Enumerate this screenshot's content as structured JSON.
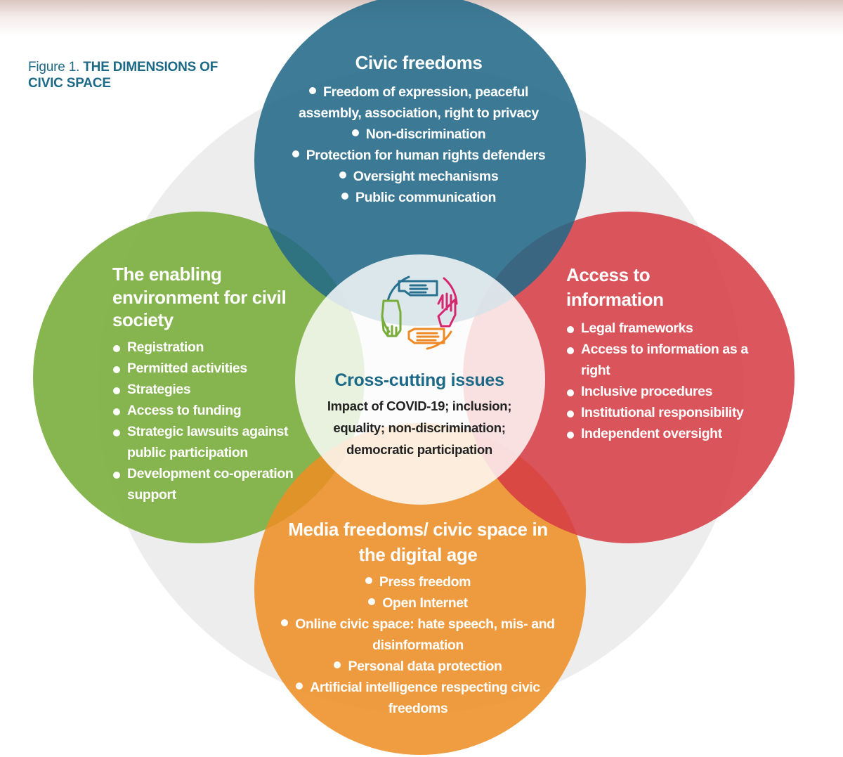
{
  "caption": {
    "prefix": "Figure 1. ",
    "title": "THE DIMENSIONS OF CIVIC SPACE"
  },
  "colors": {
    "civic_freedoms": "#2b6f8e",
    "enabling_environment": "#7cae3e",
    "access_to_information": "#d9424a",
    "media_freedoms": "#ee8f26",
    "cross_cutting_title": "#1c6a87"
  },
  "circles": {
    "civic_freedoms": {
      "title": "Civic freedoms",
      "items": [
        "Freedom of expression, peaceful assembly, association, right to privacy",
        "Non-discrimination",
        "Protection for human rights defenders",
        "Oversight mechanisms",
        "Public communication"
      ]
    },
    "enabling_environment": {
      "title": "The enabling environment for civil society",
      "items": [
        "Registration",
        "Permitted activities",
        "Strategies",
        "Access to funding",
        "Strategic lawsuits against public participation",
        "Development co-operation support"
      ]
    },
    "access_to_information": {
      "title": "Access to information",
      "items": [
        "Legal frameworks",
        "Access to information as a right",
        "Inclusive procedures",
        "Institutional responsibility",
        "Independent oversight"
      ]
    },
    "media_freedoms": {
      "title": "Media freedoms/ civic space in the digital age",
      "items": [
        "Press freedom",
        "Open Internet",
        "Online civic space: hate speech, mis- and disinformation",
        "Personal data protection",
        "Artificial intelligence respecting civic freedoms"
      ]
    }
  },
  "cross_cutting": {
    "title": "Cross-cutting issues",
    "body": "Impact of COVID-19; inclusion; equality; non-discrimination; democratic participation"
  },
  "icons": {
    "center": "four-hands-icon"
  }
}
